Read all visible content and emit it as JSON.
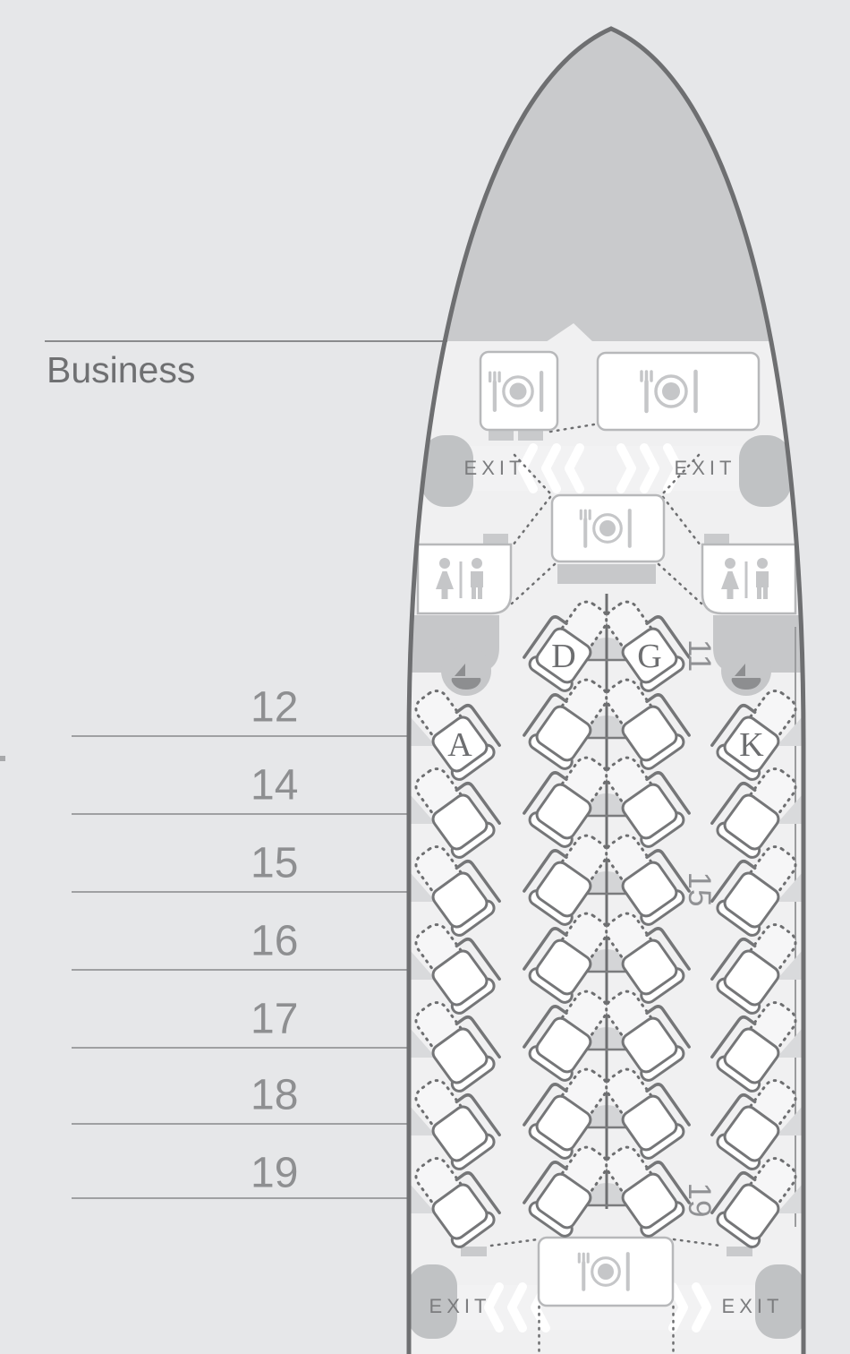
{
  "cabin": {
    "class_label": "Business",
    "exit_label": "EXIT",
    "row_axis": [
      "12",
      "14",
      "15",
      "16",
      "17",
      "18",
      "19"
    ],
    "inline_row_markers": [
      "11",
      "15",
      "19"
    ],
    "first_seat_letters": {
      "left_window": "A",
      "left_center": "D",
      "right_center": "G",
      "right_window": "K"
    },
    "lettered_seats": [
      "11D",
      "11G",
      "12A",
      "12K"
    ],
    "rows": [
      {
        "row": "11",
        "seats": [
          "D",
          "G"
        ]
      },
      {
        "row": "12",
        "seats": [
          "A",
          "D",
          "G",
          "K"
        ]
      },
      {
        "row": "14",
        "seats": [
          "A",
          "D",
          "G",
          "K"
        ]
      },
      {
        "row": "15",
        "seats": [
          "A",
          "D",
          "G",
          "K"
        ]
      },
      {
        "row": "16",
        "seats": [
          "A",
          "D",
          "G",
          "K"
        ]
      },
      {
        "row": "17",
        "seats": [
          "A",
          "D",
          "G",
          "K"
        ]
      },
      {
        "row": "18",
        "seats": [
          "A",
          "D",
          "G",
          "K"
        ]
      },
      {
        "row": "19",
        "seats": [
          "A",
          "D",
          "G",
          "K"
        ]
      }
    ],
    "facilities": {
      "galleys": 4,
      "lavatories": 2,
      "bassinet_positions": 2,
      "exit_pairs": 2
    },
    "colors": {
      "page_bg": "#e6e7e9",
      "cabin_fill": "#f0f0f1",
      "nose_fill": "#c9cacc",
      "fuselage_stroke": "#6e6f71",
      "seat_stroke": "#757678",
      "facility_gray": "#c5c6c8",
      "text_gray": "#6f7072"
    }
  }
}
